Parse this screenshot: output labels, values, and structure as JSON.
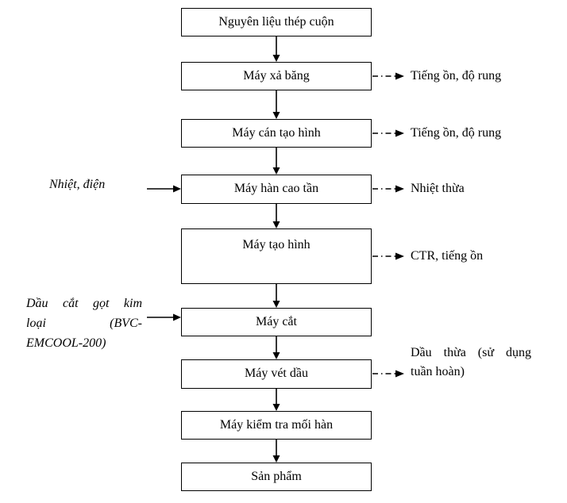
{
  "flow": {
    "nodes": [
      "Nguyên liệu thép cuộn",
      "Máy xả băng",
      "Máy cán tạo hình",
      "Máy hàn cao tần",
      "Máy tạo hình",
      "Máy cắt",
      "Máy vét dầu",
      "Máy kiểm tra mối hàn",
      "Sản phẩm"
    ],
    "left_inputs": [
      {
        "label": "Nhiệt, điện",
        "to": "Máy hàn cao tần"
      },
      {
        "label": "Dầu cắt gọt kim loại (BVC-EMCOOL-200)",
        "to": "Máy cắt",
        "lines": [
          "Dầu cắt gọt kim",
          "loại (BVC-",
          "EMCOOL-200)"
        ]
      }
    ],
    "right_outputs": [
      {
        "label": "Tiếng ồn, độ rung",
        "from": "Máy xả băng"
      },
      {
        "label": "Tiếng ồn, độ rung",
        "from": "Máy cán tạo hình"
      },
      {
        "label": "Nhiệt thừa",
        "from": "Máy hàn cao tần"
      },
      {
        "label": "CTR, tiếng ồn",
        "from": "Máy tạo hình"
      },
      {
        "label": "Dầu thừa (sử dụng tuần hoàn)",
        "from": "Máy vét dầu",
        "lines": [
          "Dầu thừa (sử dụng",
          "tuần hoàn)"
        ]
      }
    ],
    "colors": {
      "line": "#000000",
      "text": "#000000",
      "background": "#ffffff",
      "node_fill": "#ffffff"
    }
  }
}
